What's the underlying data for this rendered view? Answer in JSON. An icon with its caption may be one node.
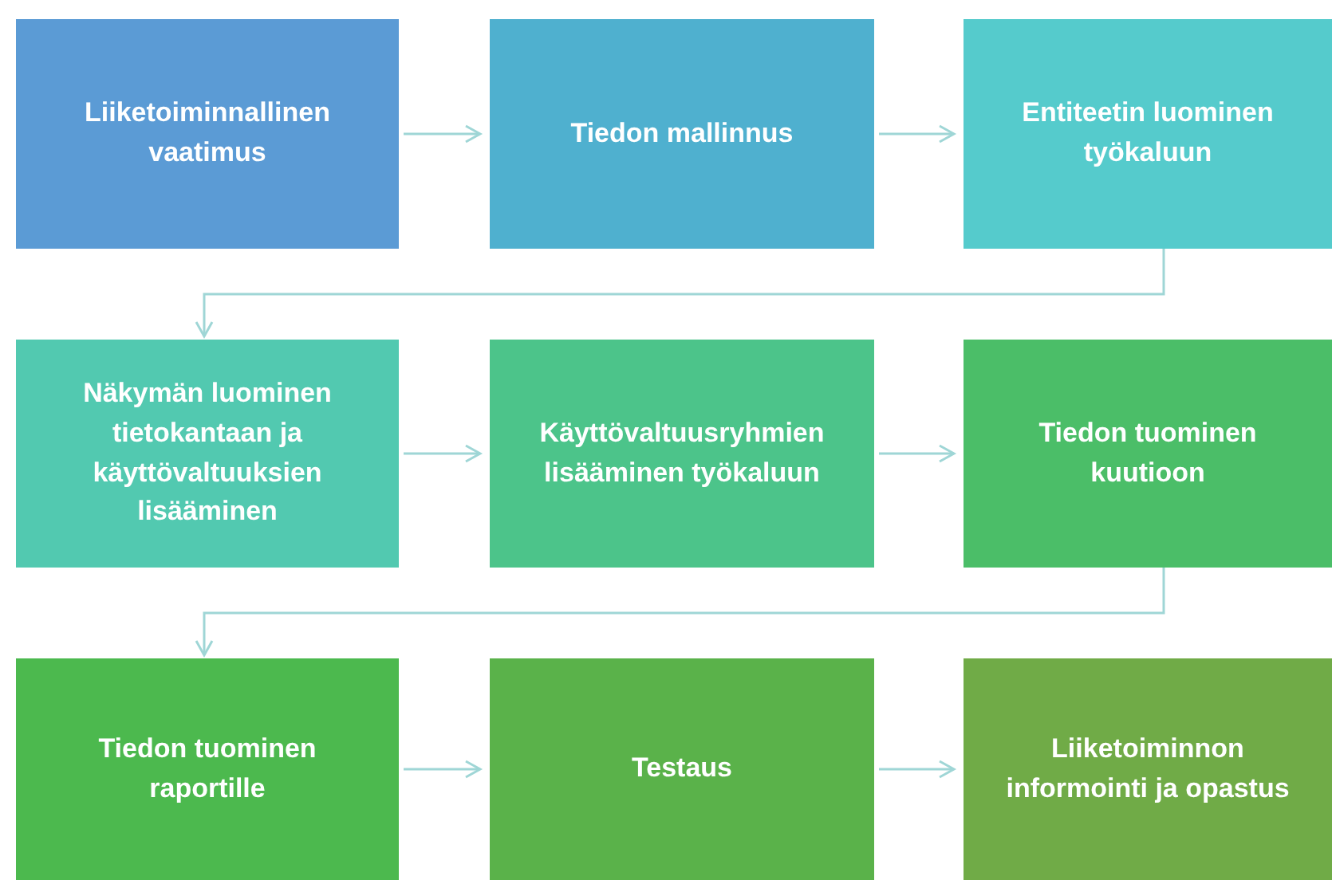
{
  "diagram": {
    "nodes": [
      {
        "text": [
          "Liiketoiminnallinen vaatimus"
        ]
      },
      {
        "text": [
          "Tiedon mallinnus"
        ]
      },
      {
        "text": [
          "Entiteetin luominen työkaluun"
        ]
      },
      {
        "text": [
          "Näkymän luominen tietokantaan ja käyttövaltuuksien lisääminen"
        ]
      },
      {
        "text": [
          "Käyttövaltuusryhmien lisääminen työkaluun"
        ]
      },
      {
        "text": [
          "Tiedon tuominen kuutioon"
        ]
      },
      {
        "text": [
          "Tiedon tuominen raportille"
        ]
      },
      {
        "text": [
          "Testaus"
        ]
      },
      {
        "text": [
          "Liiketoiminnon informointi ja opastus"
        ]
      }
    ],
    "edges": [
      {
        "from": 0,
        "to": 1,
        "arrow": "to"
      },
      {
        "from": 1,
        "to": 2,
        "arrow": "to"
      },
      {
        "from": 2,
        "to": 3,
        "arrow": "to"
      },
      {
        "from": 3,
        "to": 4,
        "arrow": "to"
      },
      {
        "from": 4,
        "to": 5,
        "arrow": "to"
      },
      {
        "from": 5,
        "to": 6,
        "arrow": "to"
      },
      {
        "from": 6,
        "to": 7,
        "arrow": "to"
      },
      {
        "from": 7,
        "to": 8,
        "arrow": "to"
      }
    ]
  }
}
